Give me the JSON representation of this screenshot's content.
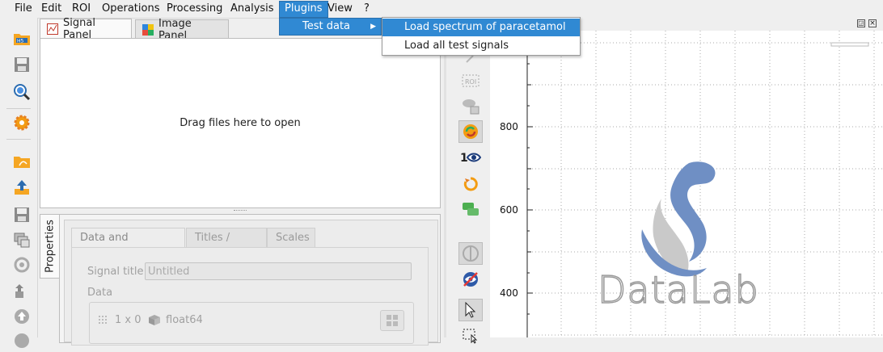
{
  "menubar": {
    "items": [
      "File",
      "Edit",
      "ROI",
      "Operations",
      "Processing",
      "Analysis",
      "Plugins",
      "View",
      "?"
    ],
    "active": "Plugins"
  },
  "plugins_menu": {
    "items": [
      "Test data"
    ],
    "submenu": [
      "Load spectrum of paracetamol",
      "Load all test signals"
    ]
  },
  "tabs": [
    "Signal Panel",
    "Image Panel"
  ],
  "dropzone": {
    "text": "Drag files here to open"
  },
  "properties": {
    "vertical_tab": "Properties",
    "subtabs": [
      "Data and metadata",
      "Titles / Units",
      "Scales"
    ],
    "signal_title_label": "Signal title",
    "signal_title_value": "Untitled",
    "data_label": "Data",
    "shape_text": "1 x 0",
    "dtype_text": "float64"
  },
  "plot": {
    "y_ticks": [
      "800",
      "600",
      "400"
    ],
    "watermark": "DataLab"
  },
  "icons": {
    "left_toolbar": [
      "open-h5-icon",
      "save-h5-icon",
      "h5-browser-icon",
      "settings-icon",
      "open-file-icon",
      "upload-icon",
      "save-file-icon",
      "duplicate-icon",
      "refresh-icon",
      "move-icon",
      "up-icon"
    ],
    "plot_toolbar": [
      "roi-icon",
      "annotation-icon",
      "auto-scale-icon",
      "one-eye-icon",
      "refresh-orange-icon",
      "chat-icon",
      "contrast-icon",
      "no-eye-icon",
      "arrow-cursor-icon",
      "select-icon"
    ]
  },
  "colors": {
    "menu_highlight": "#3089d3",
    "logo_blue": "#6f8fc4",
    "logo_gray": "#c9c9c9"
  }
}
